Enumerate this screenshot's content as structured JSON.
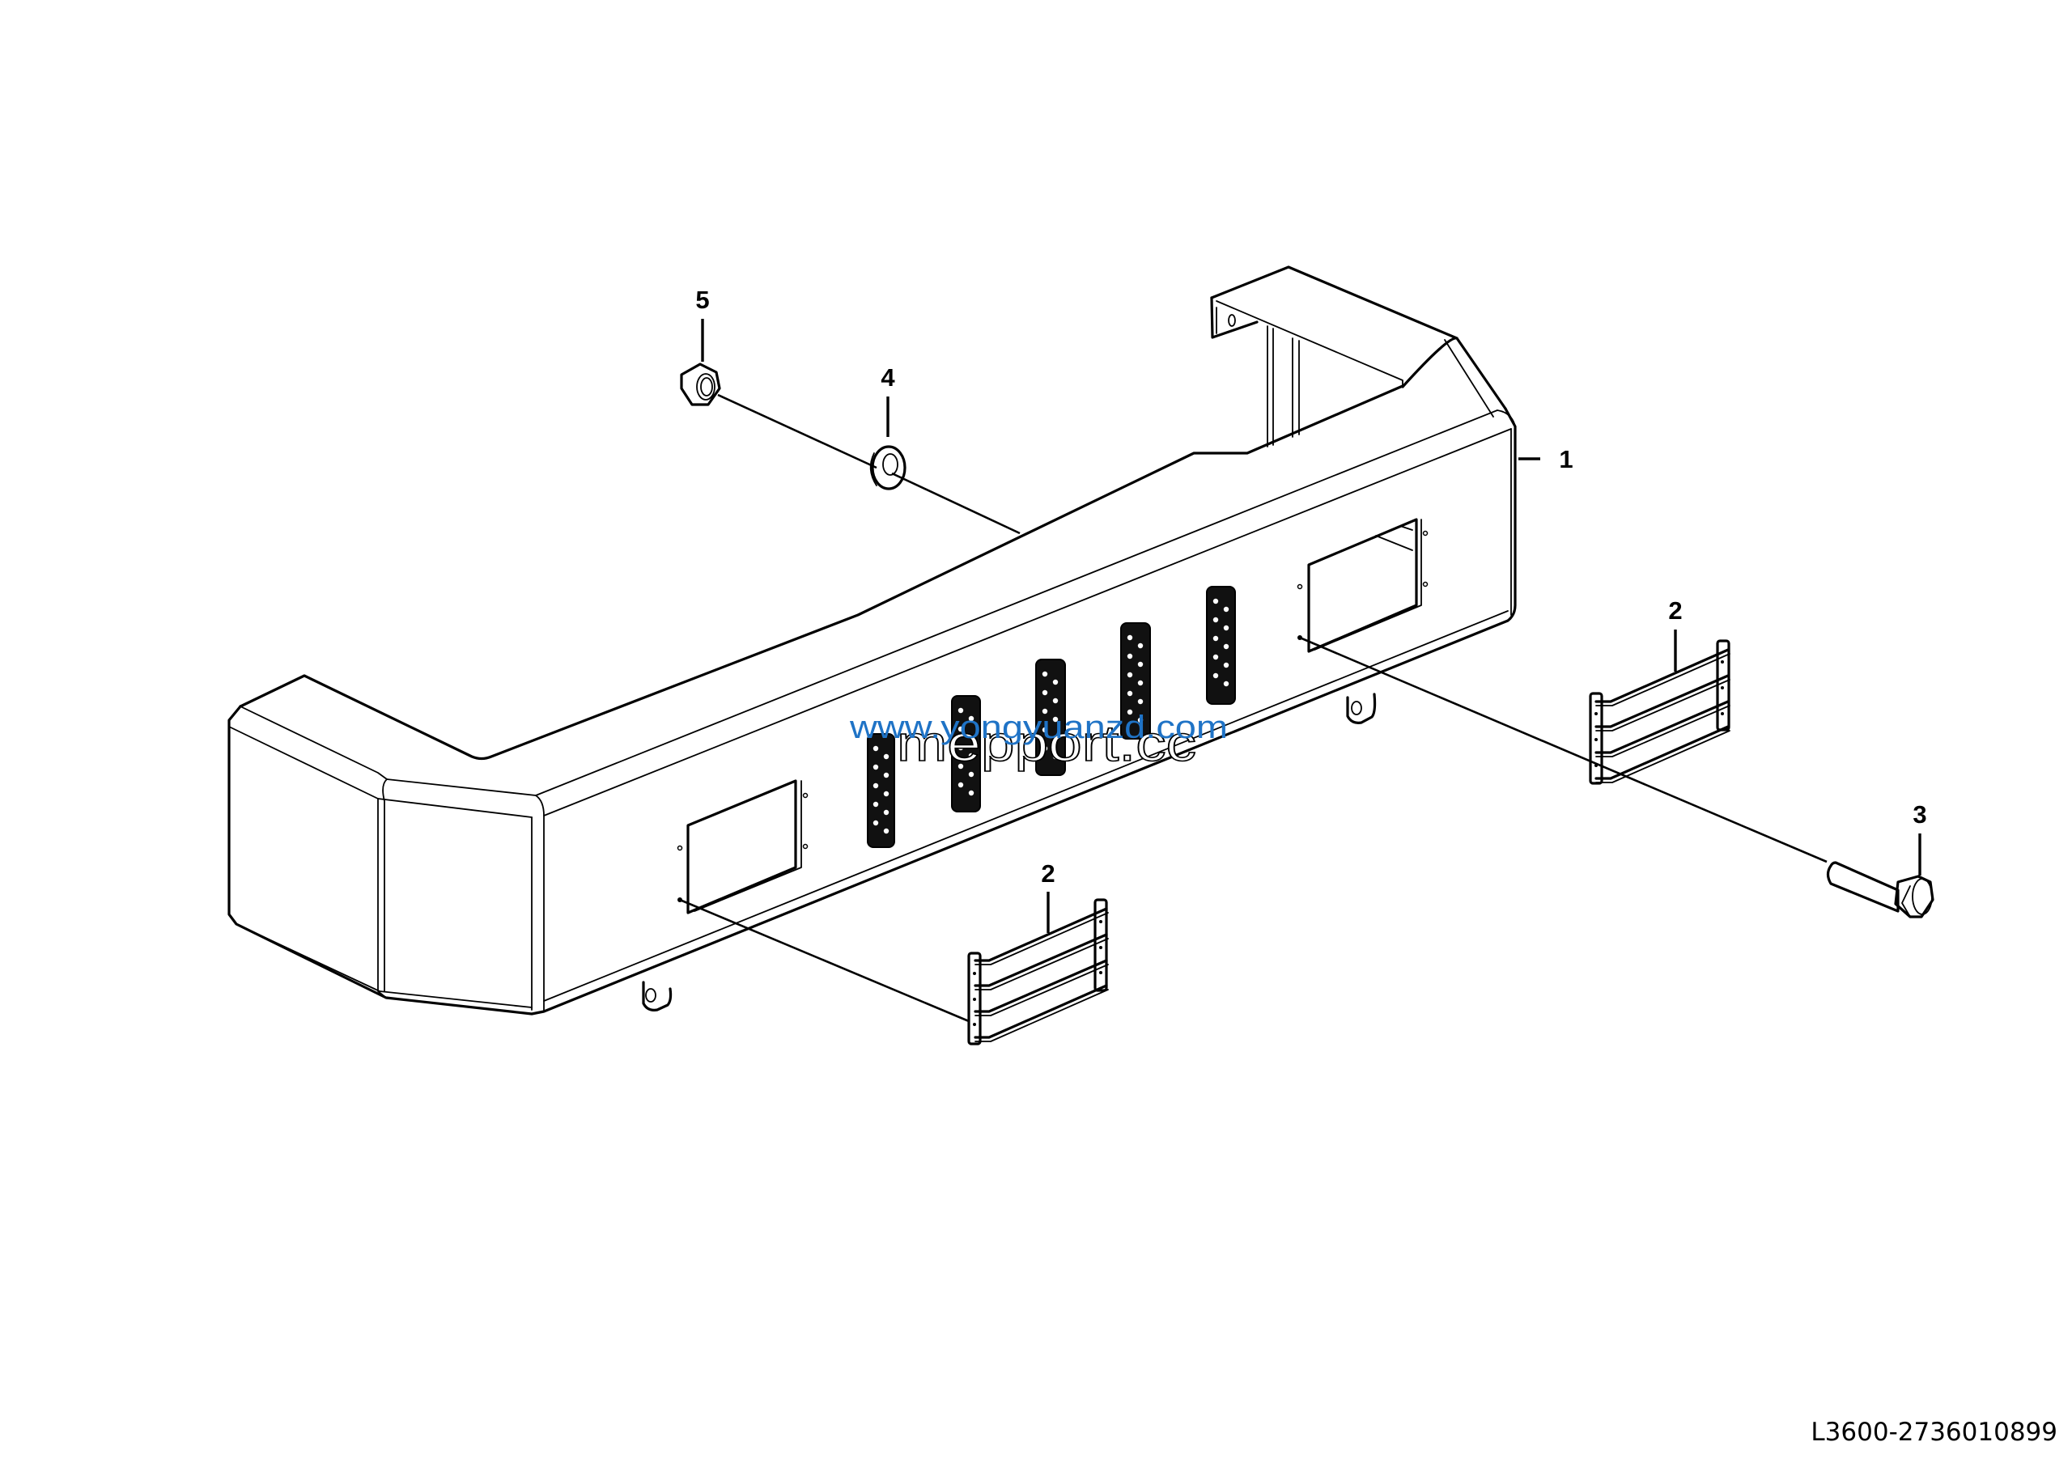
{
  "figure": {
    "id_label": "L3600-2736010899"
  },
  "callouts": [
    {
      "number": "1",
      "part": "bumper / counterweight body"
    },
    {
      "number": "2",
      "part": "lamp guard (lower left)"
    },
    {
      "number": "2",
      "part": "lamp guard (upper right)"
    },
    {
      "number": "3",
      "part": "hex bolt"
    },
    {
      "number": "4",
      "part": "washer"
    },
    {
      "number": "5",
      "part": "hex nut"
    }
  ],
  "watermarks": {
    "primary": "www.yongyuanzd.com",
    "secondary": "mepport.cc",
    "primary_color": "#1f73c6"
  }
}
